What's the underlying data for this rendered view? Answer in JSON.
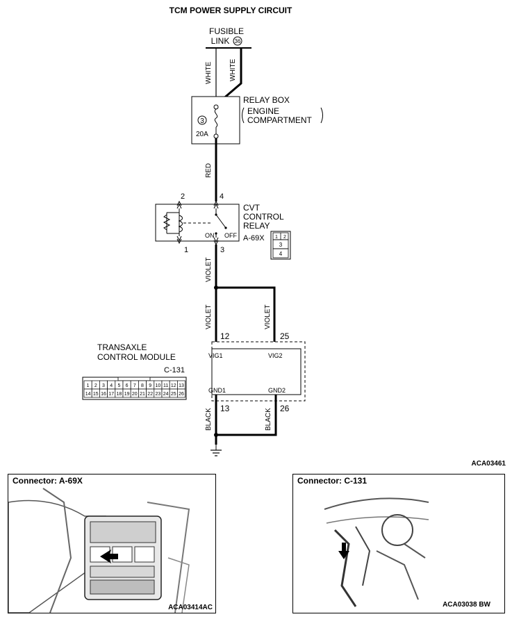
{
  "diagram": {
    "title": "TCM POWER SUPPLY CIRCUIT",
    "figure_code": "ACA03461",
    "fusible_link": {
      "line1": "FUSIBLE",
      "line2": "LINK",
      "number": "36"
    },
    "wires": {
      "white_left": "WHITE",
      "white_right": "WHITE",
      "red": "RED",
      "violet_top": "VIOLET",
      "violet_left": "VIOLET",
      "violet_right": "VIOLET",
      "black_left": "BLACK",
      "black_right": "BLACK"
    },
    "relay_box": {
      "line1": "RELAY BOX",
      "line2": "ENGINE",
      "line3": "COMPARTMENT",
      "fuse_number": "3",
      "fuse_rating": "20A"
    },
    "cvt_relay": {
      "line1": "CVT",
      "line2": "CONTROL",
      "line3": "RELAY",
      "connector": "A-69X",
      "pin_2": "2",
      "pin_4": "4",
      "pin_1": "1",
      "pin_3": "3",
      "on_label": "ON",
      "off_label": "OFF",
      "connector_pins": [
        "1",
        "2",
        "3",
        "4"
      ]
    },
    "tcm": {
      "line1": "TRANSAXLE",
      "line2": "CONTROL MODULE",
      "connector": "C-131",
      "pin_12": "12",
      "pin_25": "25",
      "pin_13": "13",
      "pin_26": "26",
      "vig1": "VIG1",
      "vig2": "VIG2",
      "gnd1": "GND1",
      "gnd2": "GND2",
      "connector_row1": [
        "1",
        "2",
        "3",
        "4",
        "5",
        "6",
        "7",
        "8",
        "9",
        "10",
        "11",
        "12",
        "13"
      ],
      "connector_row2": [
        "14",
        "15",
        "16",
        "17",
        "18",
        "19",
        "20",
        "21",
        "22",
        "23",
        "24",
        "25",
        "26"
      ]
    }
  },
  "panels": {
    "left": {
      "title": "Connector: A-69X",
      "code": "ACA03414AC"
    },
    "right": {
      "title": "Connector: C-131",
      "code": "ACA03038 BW"
    }
  }
}
